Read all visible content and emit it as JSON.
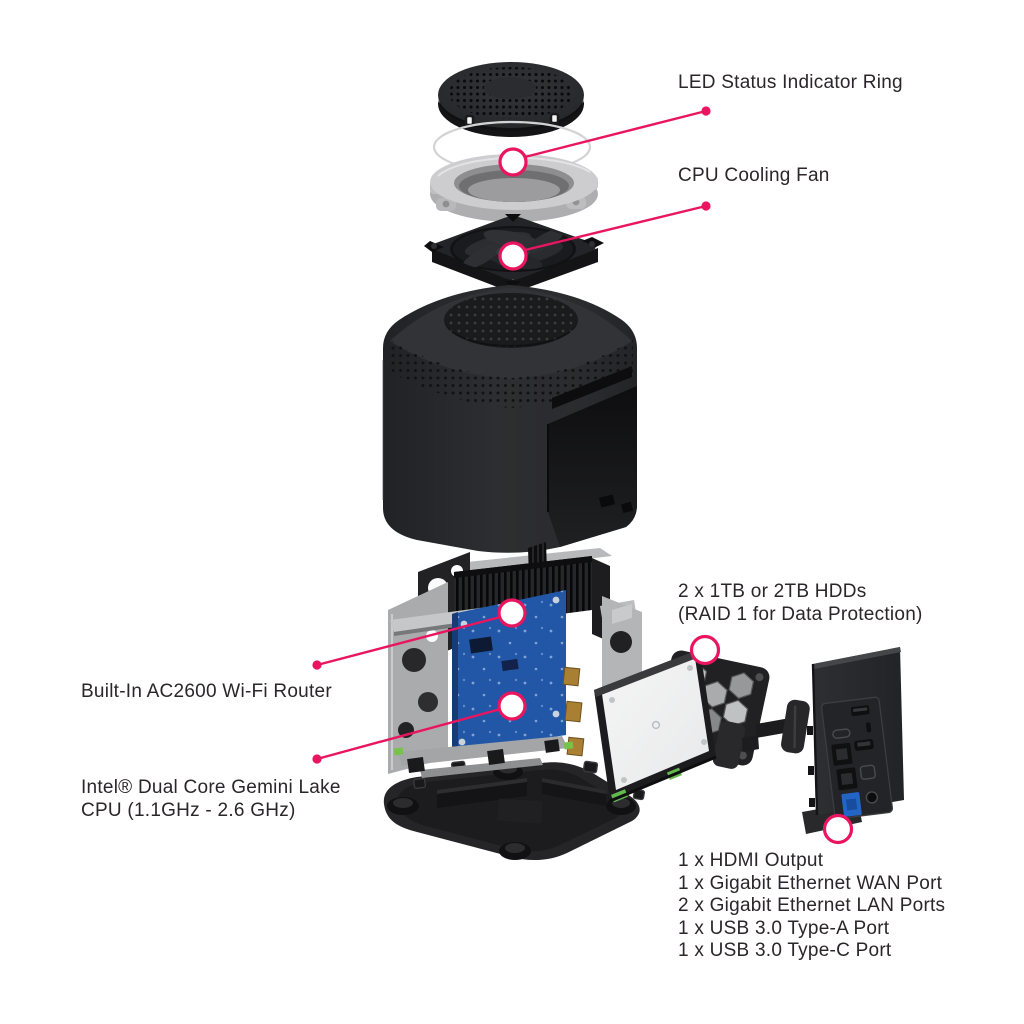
{
  "colors": {
    "accent": "#e9155f",
    "text": "#2a2629",
    "pcb_blue": "#2157a6",
    "wan_port_blue": "#2265c6"
  },
  "labels": {
    "led_ring": {
      "text": "LED Status Indicator Ring"
    },
    "cpu_fan": {
      "text": "CPU Cooling Fan"
    },
    "hdds": {
      "line1": "2 x 1TB or 2TB HDDs",
      "line2": "(RAID 1 for Data Protection)"
    },
    "wifi_router": {
      "text": "Built-In AC2600 Wi-Fi Router"
    },
    "cpu": {
      "line1": "Intel® Dual Core Gemini Lake",
      "line2": "CPU (1.1GHz - 2.6 GHz)"
    },
    "rear_ports": {
      "line1": "1 x HDMI Output",
      "line2": "1 x Gigabit Ethernet WAN Port",
      "line3": "2 x Gigabit Ethernet LAN Ports",
      "line4": "1 x USB 3.0 Type-A Port",
      "line5": "1 x USB 3.0 Type-C Port"
    }
  },
  "parts": [
    "speaker-grille-top-cap",
    "clear-diffuser-ring",
    "led-status-indicator-ring",
    "cpu-cooling-fan",
    "main-enclosure-shell",
    "internal-chassis-and-motherboard",
    "2-5-inch-hdd",
    "hdd-mounting-bracket",
    "thumbscrew",
    "rear-io-port-panel",
    "bottom-cover"
  ]
}
